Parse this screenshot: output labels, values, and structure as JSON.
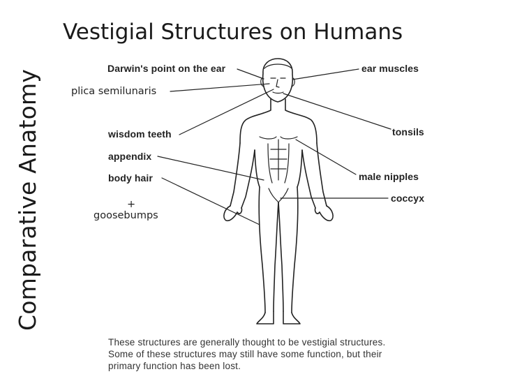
{
  "side_title": "Comparative Anatomy",
  "title": "Vestigial Structures on Humans",
  "labels": {
    "darwins_point": "Darwin's point on the ear",
    "ear_muscles": "ear muscles",
    "plica": "plica semilunaris",
    "wisdom_teeth": "wisdom teeth",
    "tonsils": "tonsils",
    "appendix": "appendix",
    "male_nipples": "male nipples",
    "body_hair": "body hair",
    "coccyx": "coccyx",
    "plus": "+",
    "goosebumps": "goosebumps"
  },
  "caption": "These structures are generally thought to be vestigial structures. Some of these structures may still have some function, but their primary function has been lost."
}
